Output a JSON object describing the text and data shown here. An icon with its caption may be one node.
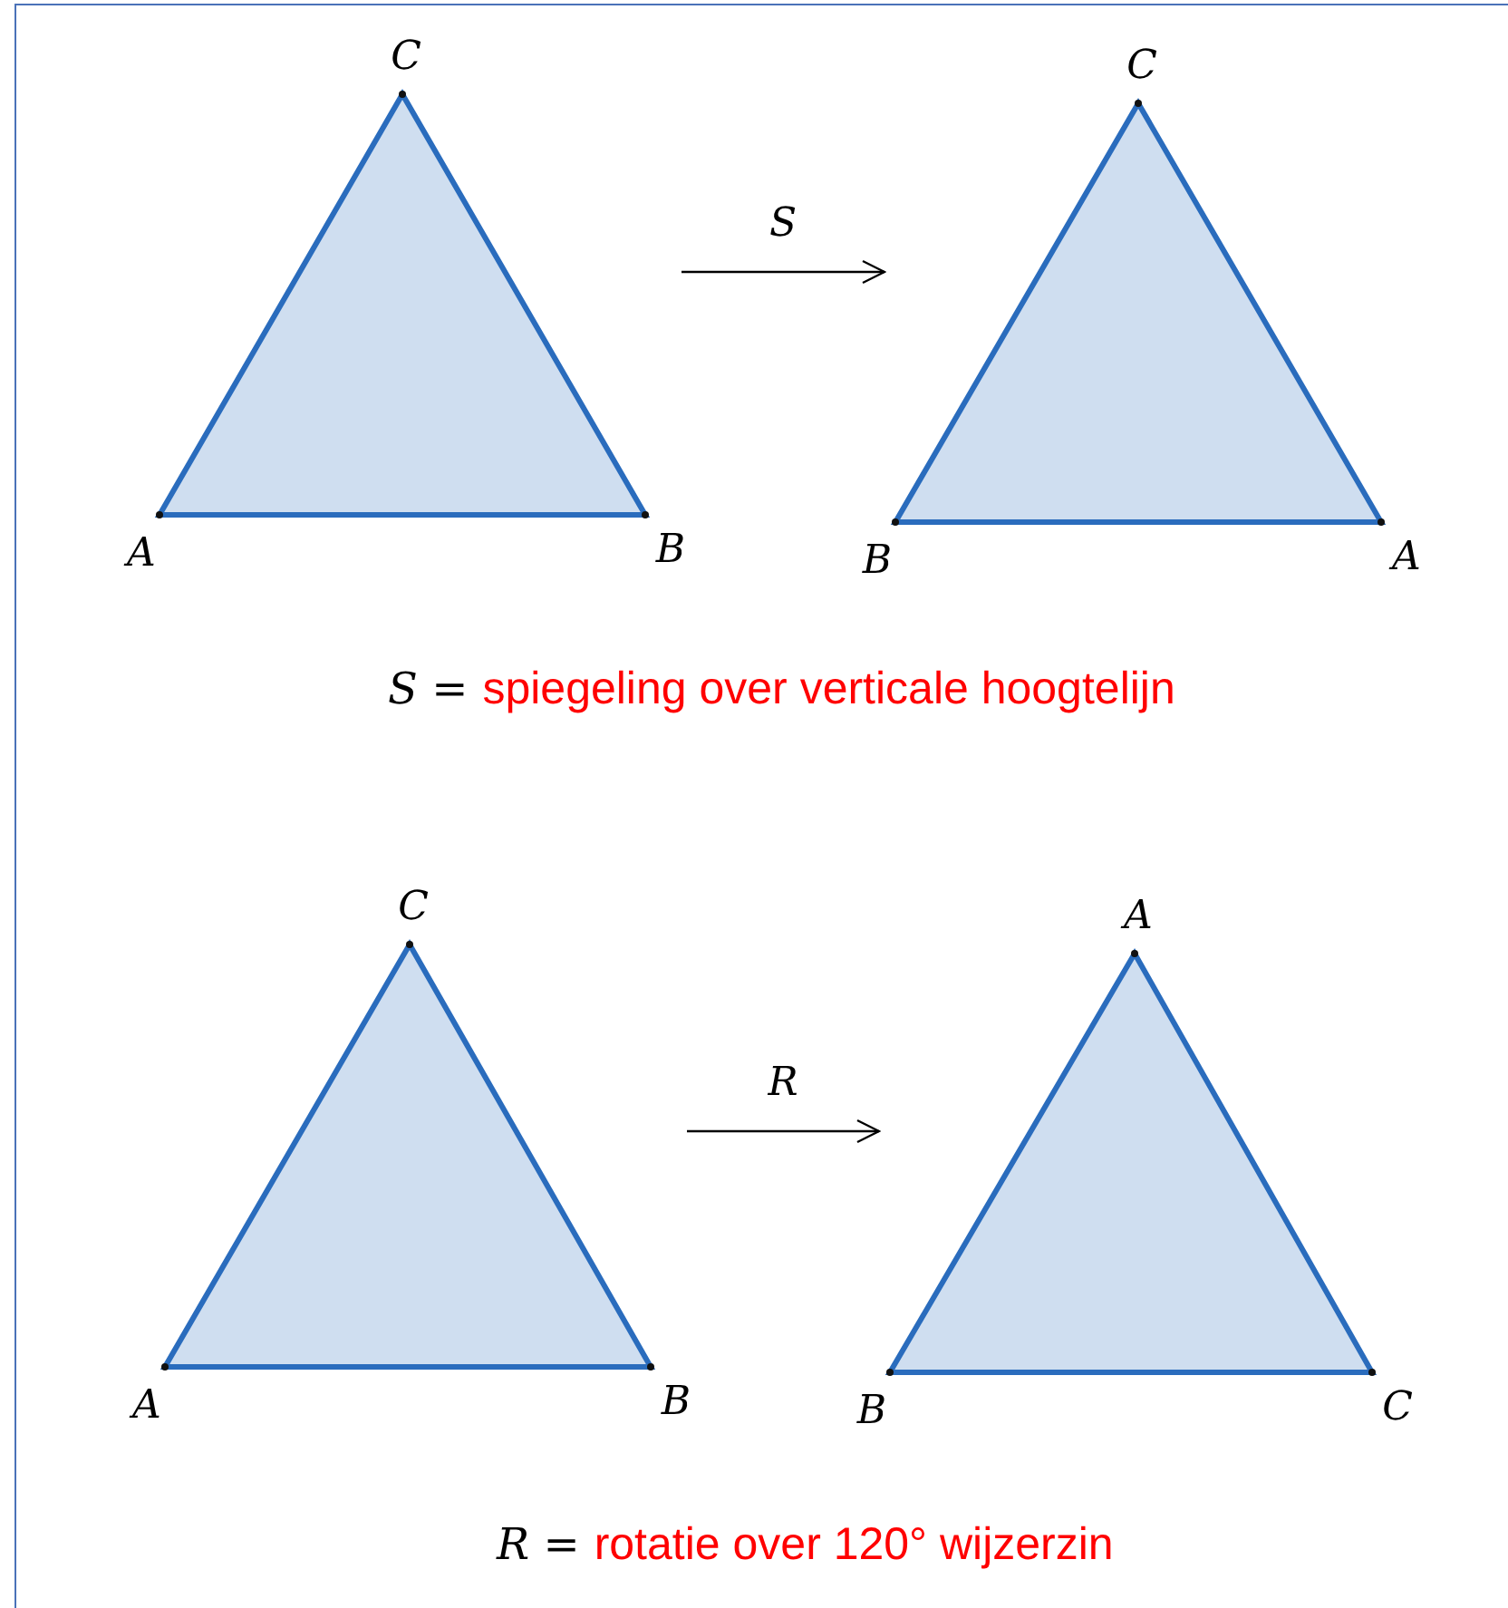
{
  "diagram": {
    "nodes": [
      {
        "text": [],
        "shape": "triangle",
        "beside": [
          "C",
          "A",
          "B"
        ]
      },
      {
        "text": [],
        "shape": "triangle",
        "beside": [
          "C",
          "B",
          "A"
        ]
      },
      {
        "text": [],
        "shape": "triangle",
        "beside": [
          "C",
          "A",
          "B"
        ]
      },
      {
        "text": [],
        "shape": "triangle",
        "beside": [
          "A",
          "B",
          "C"
        ]
      }
    ],
    "edges": [
      {
        "from": 0,
        "to": 1,
        "arrow": "to",
        "label": "S"
      },
      {
        "from": 2,
        "to": 3,
        "arrow": "to",
        "label": "R"
      }
    ],
    "labels": [
      "*S* =",
      "spiegeling over verticale hoogtelijn",
      "*R* =",
      "rotatie over 120° wijzerzin"
    ]
  }
}
